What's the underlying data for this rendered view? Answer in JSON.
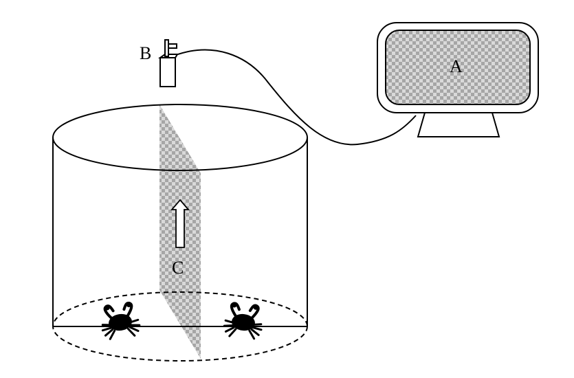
{
  "labels": {
    "monitor": "A",
    "camera": "B",
    "partition": "C"
  },
  "colors": {
    "line": "#000000",
    "background": "#ffffff",
    "checker_light": "#d9d9d9",
    "checker_dark": "#a6a6a6"
  },
  "icons": {
    "monitor": "monitor-icon",
    "camera": "camera-icon",
    "arrow": "arrow-up-icon",
    "crab": "crab-icon"
  }
}
